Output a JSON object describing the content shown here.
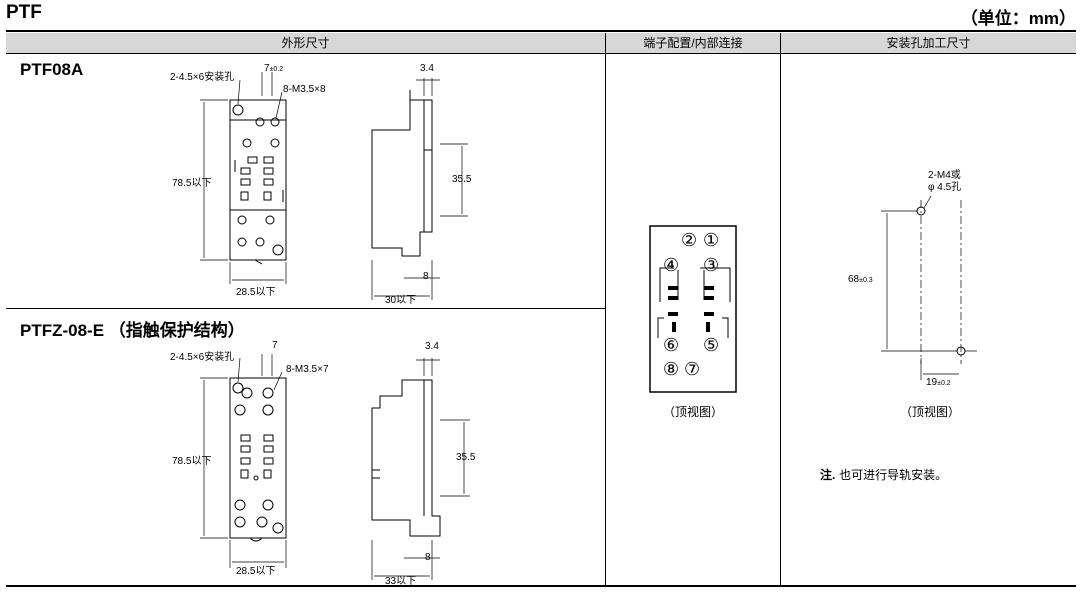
{
  "page": {
    "title": "PTF",
    "unit": "（单位：mm）"
  },
  "headers": {
    "col1": "外形尺寸",
    "col2": "端子配置/内部连接",
    "col3": "安装孔加工尺寸"
  },
  "ptf08a": {
    "model": "PTF08A",
    "hole_label": "2-4.5×6安装孔",
    "screw_label": "8-M3.5×8",
    "pitch_value": "7",
    "pitch_tol": "±0.2",
    "height_label": "78.5以下",
    "width_label": "28.5以下",
    "side_top": "3.4",
    "side_mid": "35.5",
    "side_small": "8",
    "side_depth": "30以下"
  },
  "ptfz": {
    "model": "PTFZ-08-E （指触保护结构）",
    "hole_label": "2-4.5×6安装孔",
    "screw_label": "8-M3.5×7",
    "pitch_value": "7",
    "height_label": "78.5以下",
    "width_label": "28.5以下",
    "side_top": "3.4",
    "side_mid": "35.5",
    "side_small": "8",
    "side_depth": "33以下"
  },
  "terminal": {
    "pins": [
      "②",
      "①",
      "④",
      "③",
      "⑥",
      "⑤",
      "⑧",
      "⑦"
    ],
    "caption": "（顶视图）"
  },
  "mounting": {
    "hole_label_1": "2-M4或",
    "hole_label_2": "φ 4.5孔",
    "vertical_value": "68",
    "vertical_tol": "±0.3",
    "horizontal_value": "19",
    "horizontal_tol": "±0.2",
    "caption": "（顶视图）",
    "note_label": "注.",
    "note_text": " 也可进行导轨安装。"
  }
}
